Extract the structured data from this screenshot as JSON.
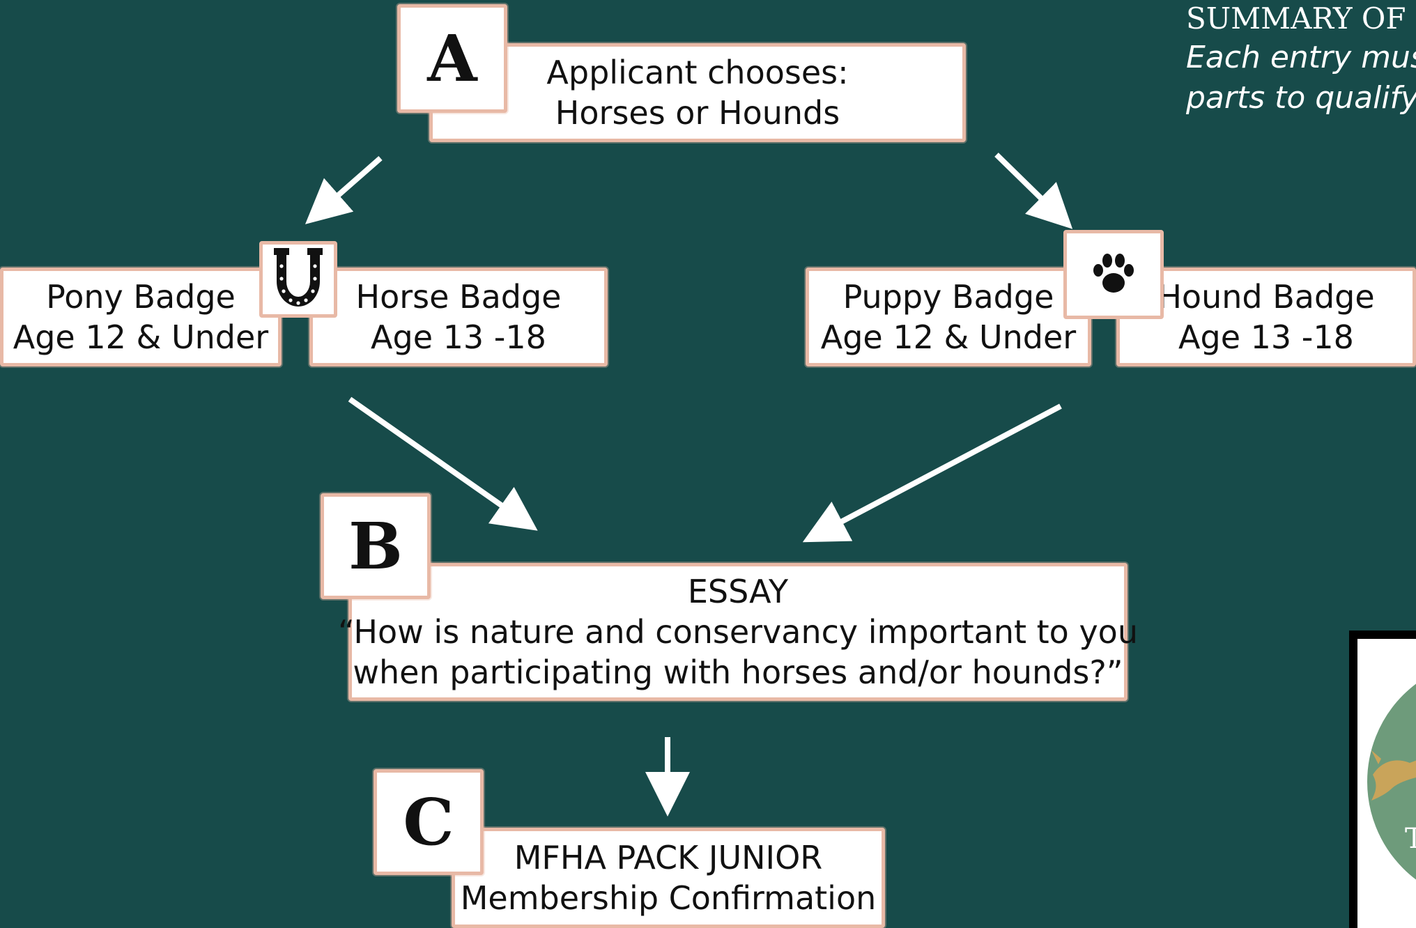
{
  "summary": {
    "heading": "SUMMARY OF",
    "line1": "Each entry mus",
    "line2": "parts to qualify"
  },
  "steps": {
    "a": {
      "letter": "A",
      "line1": "Applicant chooses:",
      "line2": "Horses or Hounds"
    },
    "b": {
      "letter": "B",
      "line1": "ESSAY",
      "line2": "“How is nature and conservancy important to you",
      "line3": "when participating with horses and/or hounds?”"
    },
    "c": {
      "letter": "C",
      "line1": "MFHA PACK JUNIOR",
      "line2": "Membership Confirmation"
    }
  },
  "badges": {
    "pony": {
      "name": "Pony Badge",
      "age": "Age 12 & Under"
    },
    "horse": {
      "name": "Horse Badge",
      "age": "Age 13 -18"
    },
    "puppy": {
      "name": "Puppy Badge",
      "age": "Age 12 & Under"
    },
    "hound": {
      "name": "Hound Badge",
      "age": "Age 13 -18"
    }
  },
  "logo": {
    "partial_text": "T"
  },
  "colors": {
    "background": "#174b4a",
    "card_border": "#e8b9a6",
    "arrow": "#ffffff",
    "logo_green": "#6e9b7b",
    "logo_gold": "#c9a45a"
  },
  "icons": {
    "horse_side": "horseshoe-icon",
    "hound_side": "paw-print-icon"
  }
}
